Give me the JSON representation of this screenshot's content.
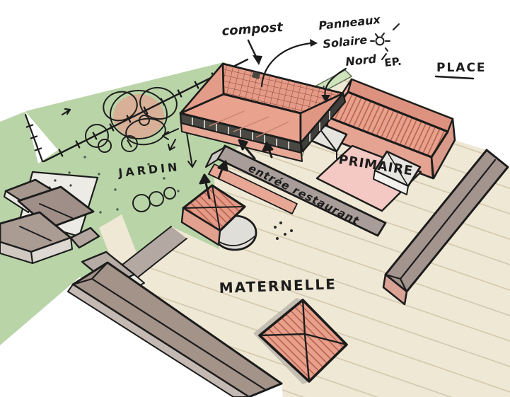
{
  "labels": {
    "compost": "compost",
    "panneaux": "Panneaux",
    "solaire": "Solaire",
    "nord": "Nord",
    "ep": "EP.",
    "place": "PLACE",
    "jardin": "JARDIN",
    "entree_restaurant": "entrée restaurant",
    "primaire": "PRIMAIRE",
    "maternelle": "MATERNELLE"
  },
  "icons": {
    "sun": "sun-symbol",
    "arrows": "hand-drawn-arrows",
    "fence": "tick-fence-line"
  },
  "colors": {
    "paper": "#ffffff",
    "field_green": "#b9d5a8",
    "hedge_green": "#cfe3bd",
    "roof_salmon": "#e7a18d",
    "roof_hatch_line": "#b05d49",
    "wall_pink": "#e8ab9b",
    "terrace_pink": "#f4c8c3",
    "courtyard": "#efe8d5",
    "courtyard_line": "#d2c6aa",
    "taupe_roof": "#a3938c",
    "gravel": "#ecebe5",
    "wall_gray": "#a89d99",
    "silo_gray": "#e0ded8",
    "ink": "#1c1c1c"
  }
}
